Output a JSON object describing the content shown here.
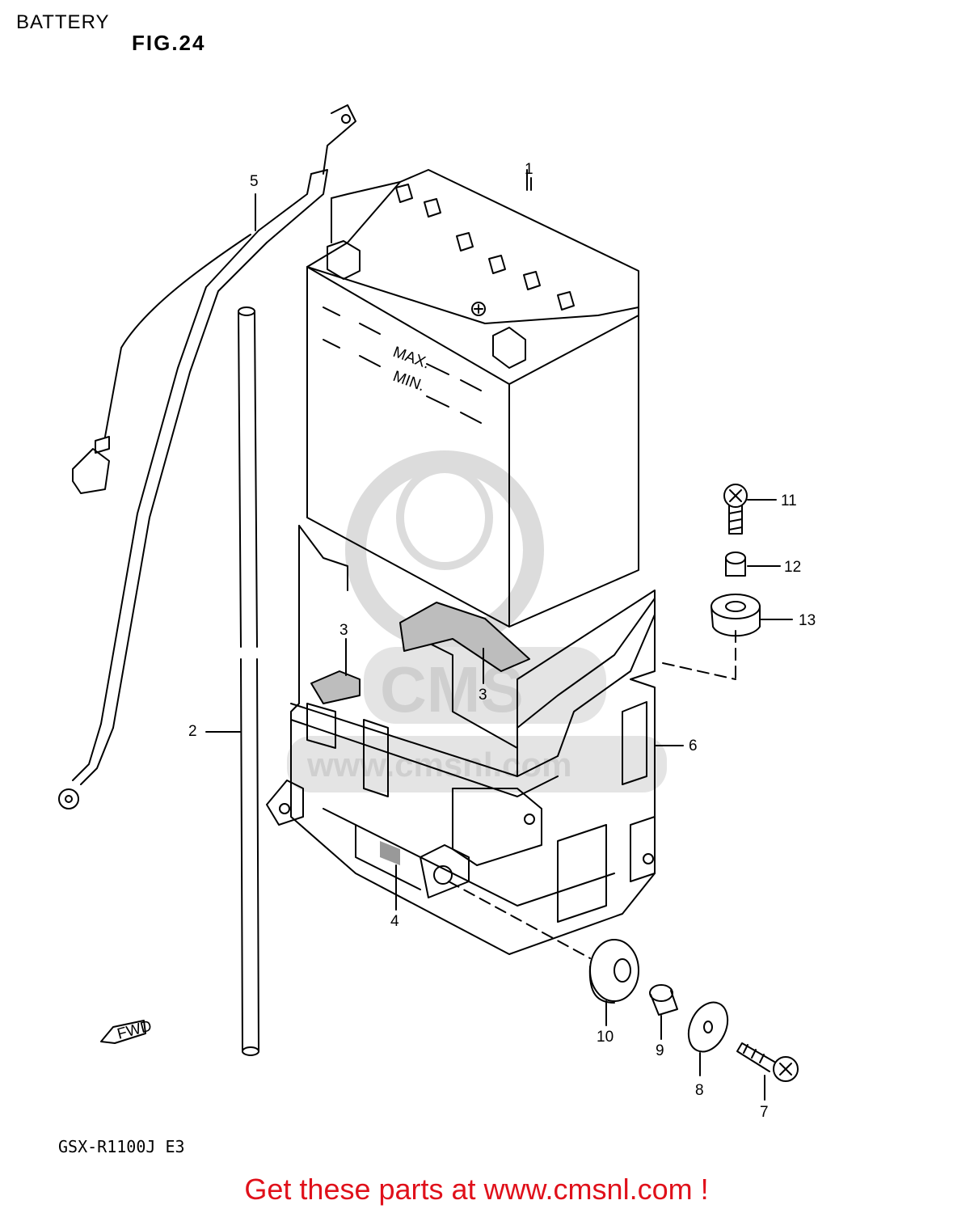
{
  "header": {
    "title": "BATTERY",
    "figure": "FIG.24"
  },
  "model": "GSX-R1100J E3",
  "footer": "Get these parts at www.cmsnl.com !",
  "watermark": {
    "brand": "CMS",
    "url": "www.cmsnl.com"
  },
  "direction_badge": "FWD",
  "battery_marks": {
    "max": "MAX.",
    "min": "MIN."
  },
  "callouts": [
    "1",
    "2",
    "3",
    "3",
    "4",
    "5",
    "6",
    "7",
    "8",
    "9",
    "10",
    "11",
    "12",
    "13"
  ],
  "colors": {
    "line": "#000000",
    "footer": "#e0101a",
    "watermark": "#d9d9d9"
  }
}
